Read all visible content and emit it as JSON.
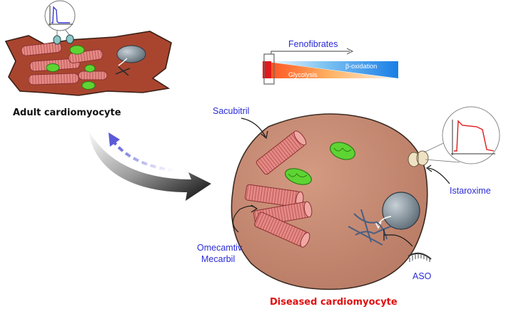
{
  "labels": {
    "adult": "Adult cardiomyocyte",
    "diseased": "Diseased cardiomyocyte",
    "fenofibrates": "Fenofibrates",
    "glycolysis": "Glycolysis",
    "beta_oxidation": "β-oxidation",
    "sacubitril": "Sacubitril",
    "istaroxime": "Istaroxime",
    "omecamtiv_line1": "Omecamtiv",
    "omecamtiv_line2": "Mecarbil",
    "aso": "ASO"
  },
  "colors": {
    "cell_fill": "#c98a72",
    "cell_stroke": "#3a2a22",
    "myofibril": "#e58a86",
    "mitochondria": "#5ed433",
    "nucleus": "#8a9aa6",
    "label_blue": "#2b2bd6",
    "label_red": "#e01010"
  },
  "icons": [
    "action-potential-icon",
    "ion-channel-icon",
    "mitochondria-icon",
    "nucleus-icon",
    "dna-icon",
    "aso-comb-icon"
  ]
}
